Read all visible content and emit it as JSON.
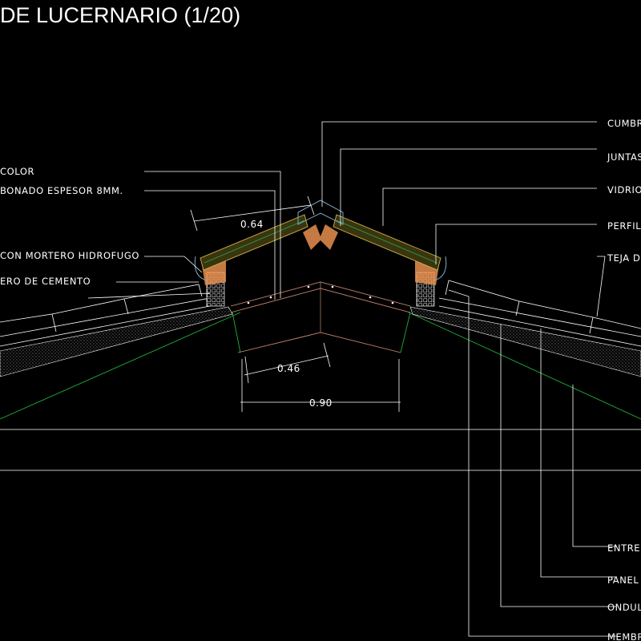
{
  "title": "DE LUCERNARIO (1/20)",
  "colors": {
    "background": "#000000",
    "line": "#ffffff",
    "green": "#1fae3c",
    "brown": "#c98a6e",
    "orange": "#e88f4f",
    "glass": "#8a7a2a"
  },
  "labels_left": {
    "color": "COLOR",
    "policarbonato": "BONADO  ESPESOR  8MM.",
    "mortero": "CON  MORTERO  HIDROFUGO",
    "cemento": "ERO  DE  CEMENTO"
  },
  "labels_right": {
    "cumbrera": "CUMBR",
    "juntas": "JUNTAS",
    "vidrio": "VIDRIO",
    "perfil": "PERFIL",
    "teja": "TEJA  D",
    "entre": "ENTRE",
    "panel": "PANEL",
    "ondul": "ONDUL",
    "membr": "MEMBR"
  },
  "dimensions": {
    "slope": "0.64",
    "inner": "0.46",
    "outer": "0.90"
  }
}
